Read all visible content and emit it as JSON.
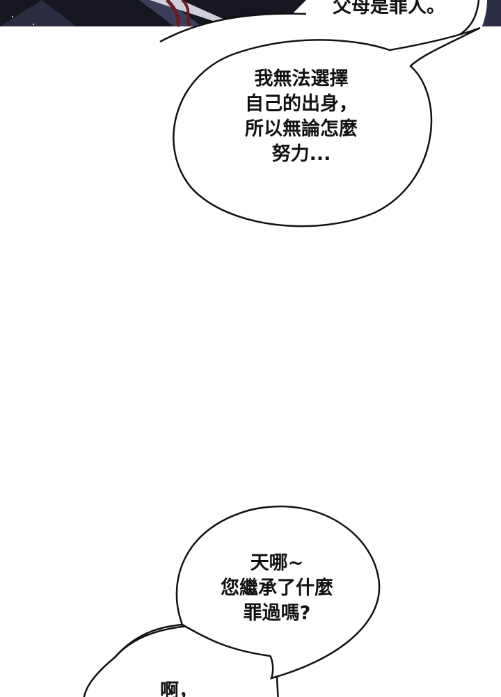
{
  "panel_top": {
    "bubble_text": "父母是罪人。"
  },
  "bubble_1": {
    "lines": [
      "我無法選擇",
      "自己的出身，",
      "所以無論怎麼",
      "努力..."
    ]
  },
  "bubble_2": {
    "lines": [
      "天哪~",
      "您繼承了什麼",
      "罪過嗎?"
    ]
  },
  "bubble_3": {
    "lines": [
      "啊，"
    ]
  },
  "colors": {
    "panel_dark": "#15161f",
    "outline": "#111111"
  }
}
